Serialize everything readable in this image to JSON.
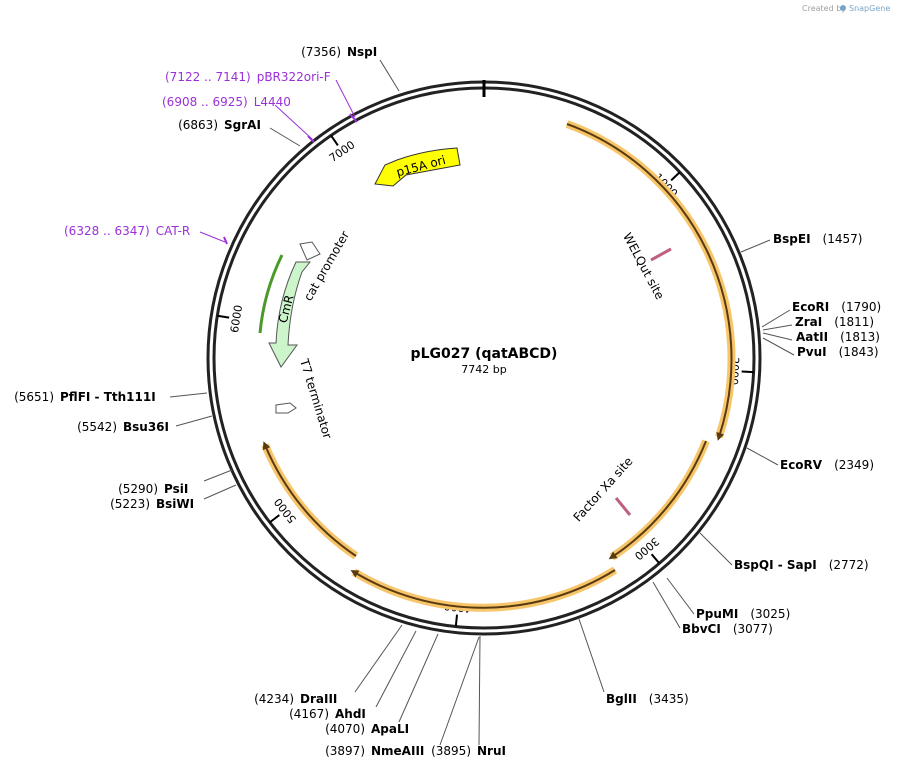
{
  "credit": {
    "created_by": "Created by",
    "brand": "SnapGene"
  },
  "plasmid": {
    "name": "pLG027 (qatABCD)",
    "length_label": "7742 bp",
    "length_bp": 7742
  },
  "ticks": [
    {
      "bp": 1000,
      "label": "1000"
    },
    {
      "bp": 2000,
      "label": "2000"
    },
    {
      "bp": 3000,
      "label": "3000"
    },
    {
      "bp": 4000,
      "label": "4000"
    },
    {
      "bp": 5000,
      "label": "5000"
    },
    {
      "bp": 6000,
      "label": "6000"
    },
    {
      "bp": 7000,
      "label": "7000"
    }
  ],
  "sites": [
    {
      "name": "NspI",
      "pos": "(7356)"
    },
    {
      "name": "SgrAI",
      "pos": "(6863)"
    },
    {
      "name": "BspEI",
      "pos": "(1457)"
    },
    {
      "name": "EcoRI",
      "pos": "(1790)"
    },
    {
      "name": "ZraI",
      "pos": "(1811)"
    },
    {
      "name": "AatII",
      "pos": "(1813)"
    },
    {
      "name": "PvuI",
      "pos": "(1843)"
    },
    {
      "name": "EcoRV",
      "pos": "(2349)"
    },
    {
      "name": "BspQI - SapI",
      "pos": "(2772)"
    },
    {
      "name": "PpuMI",
      "pos": "(3025)"
    },
    {
      "name": "BbvCI",
      "pos": "(3077)"
    },
    {
      "name": "BglII",
      "pos": "(3435)"
    },
    {
      "name": "NruI",
      "pos": "(3895)"
    },
    {
      "name": "NmeAIII",
      "pos": "(3897)"
    },
    {
      "name": "ApaLI",
      "pos": "(4070)"
    },
    {
      "name": "AhdI",
      "pos": "(4167)"
    },
    {
      "name": "DraIII",
      "pos": "(4234)"
    },
    {
      "name": "BsiWI",
      "pos": "(5223)"
    },
    {
      "name": "PsiI",
      "pos": "(5290)"
    },
    {
      "name": "Bsu36I",
      "pos": "(5542)"
    },
    {
      "name": "PflFI - Tth111I",
      "pos": "(5651)"
    }
  ],
  "primers": [
    {
      "name": "pBR322ori-F",
      "pos": "(7122 .. 7141)"
    },
    {
      "name": "L4440",
      "pos": "(6908 .. 6925)"
    },
    {
      "name": "CAT-R",
      "pos": "(6328 .. 6347)"
    }
  ],
  "features": {
    "p15a_ori": "p15A ori",
    "cmr": "CmR",
    "cat_promoter": "cat promoter",
    "t7_terminator": "T7 terminator",
    "welqut_site": "WELQut site",
    "factor_xa_site": "Factor Xa site"
  },
  "colors": {
    "ori": "#ffff00",
    "cmr": "#ccf5cc",
    "cmr_outline": "#4a9a2a",
    "orf_glow": "#f7c56a",
    "orf_line": "#5a3a10",
    "primer": "#9b30d9",
    "site_mark": "#c06080"
  }
}
